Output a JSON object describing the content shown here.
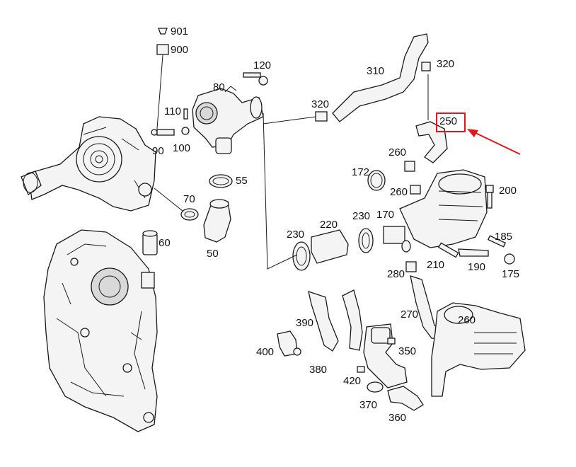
{
  "callouts": {
    "c901": "901",
    "c900": "900",
    "c120": "120",
    "c80": "80",
    "c110": "110",
    "c90": "90",
    "c100": "100",
    "c55": "55",
    "c70": "70",
    "c60": "60",
    "c50": "50",
    "c310": "310",
    "c320a": "320",
    "c320b": "320",
    "c250": "250",
    "c260a": "260",
    "c172": "172",
    "c260b": "260",
    "c200": "200",
    "c230a": "230",
    "c220": "220",
    "c230b": "230",
    "c170": "170",
    "c185": "185",
    "c210": "210",
    "c190": "190",
    "c175": "175",
    "c280": "280",
    "c390": "390",
    "c270": "270",
    "c260c": "260",
    "c400": "400",
    "c350": "350",
    "c380": "380",
    "c420": "420",
    "c370": "370",
    "c360": "360"
  },
  "highlight_color": "#e0161d",
  "highlighted_callout": "250"
}
